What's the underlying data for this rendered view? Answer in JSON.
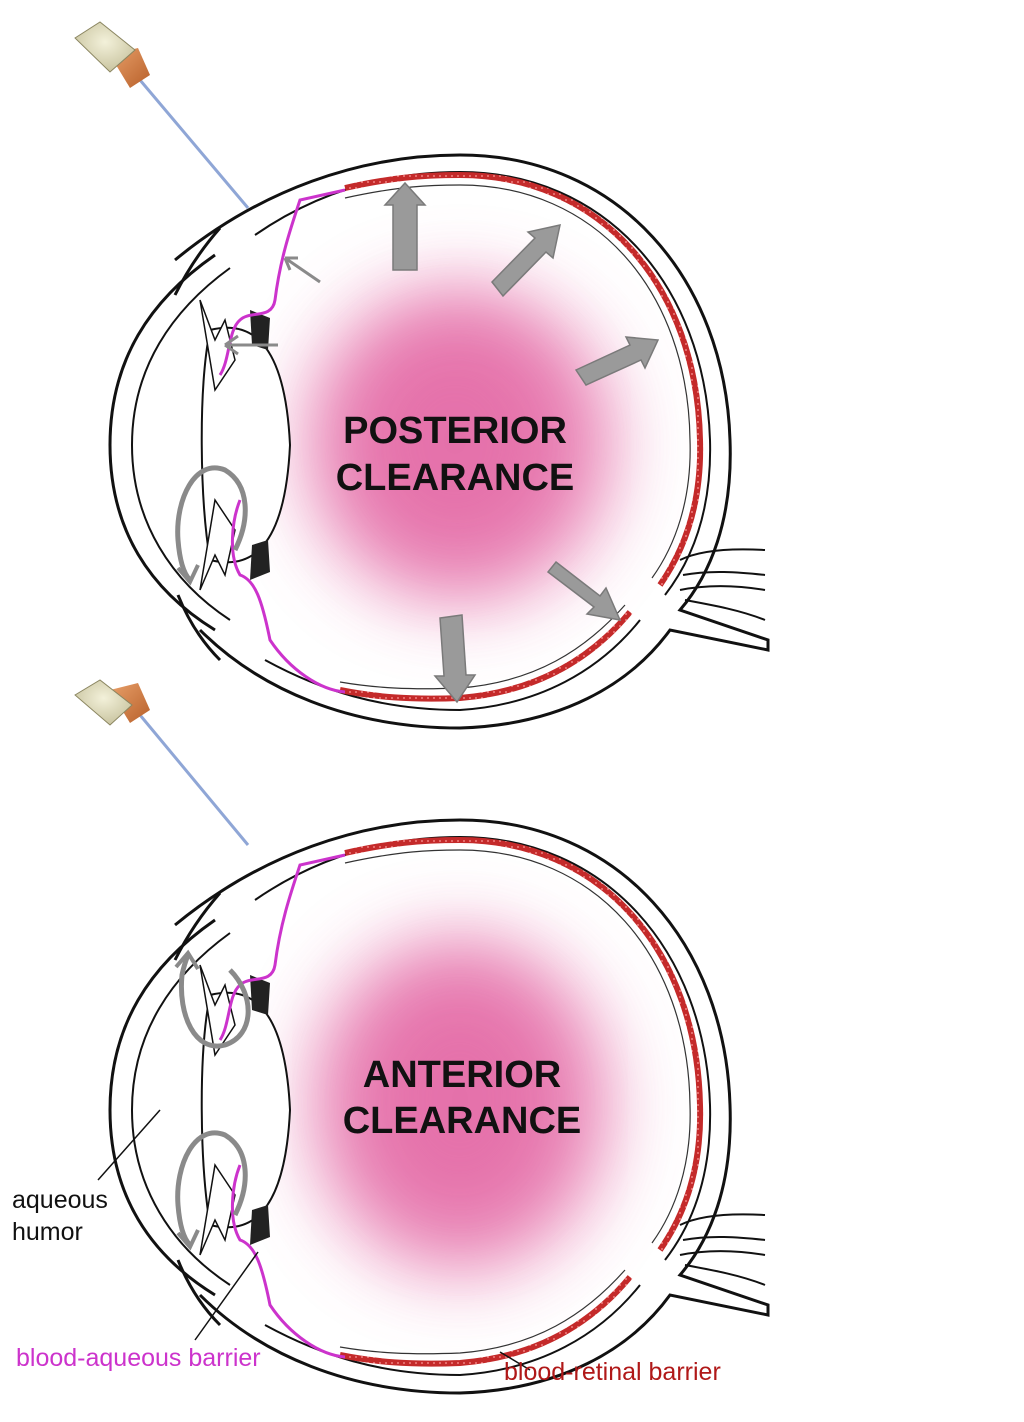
{
  "panels": [
    {
      "id": "top",
      "title_line1": "POSTERIOR",
      "title_line2": "CLEARANCE",
      "arrows": [
        "posterior-outflow-arrows",
        "anterior-outflow-arrows"
      ]
    },
    {
      "id": "bottom",
      "title_line1": "ANTERIOR",
      "title_line2": "CLEARANCE",
      "arrows": [
        "anterior-outflow-arrows"
      ]
    }
  ],
  "labels": {
    "aqueous_line1": "aqueous",
    "aqueous_line2": "humor",
    "blood_aqueous": "blood-aqueous barrier",
    "blood_retinal": "blood-retinal barrier"
  },
  "colors": {
    "drug_cloud": "#e0559a",
    "blood_aqueous_barrier": "#cc33cc",
    "blood_retinal_barrier": "#b01818",
    "arrow": "#9a9a9a",
    "outline": "#111111"
  }
}
